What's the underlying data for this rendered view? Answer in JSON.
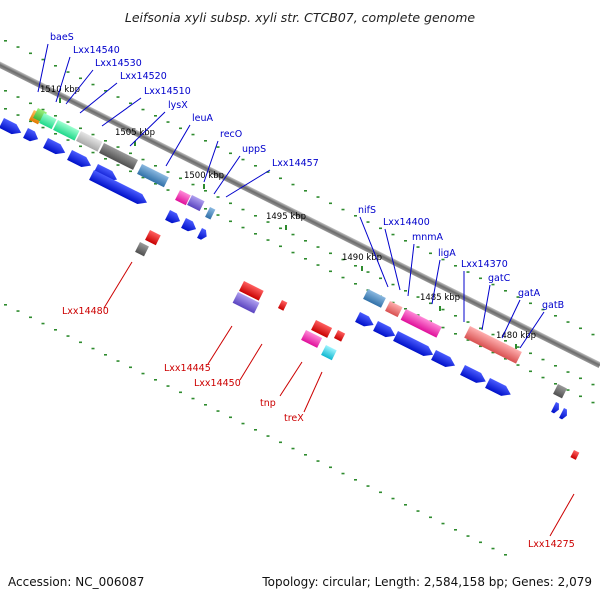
{
  "title": "Leifsonia xyli subsp. xyli str. CTCB07, complete genome",
  "footer": {
    "accession": "Accession: NC_006087",
    "summary": "Topology: circular; Length: 2,584,158 bp; Genes: 2,079"
  },
  "colors": {
    "forward_label": "#0000cc",
    "reverse_label": "#cc0000",
    "cds": "#0a1ee6",
    "rna": "#ff0000",
    "backbone": "#7a7a7a",
    "dots": "#2e8b2e"
  },
  "ticks": [
    {
      "label": "1510 kbp"
    },
    {
      "label": "1505 kbp"
    },
    {
      "label": "1500 kbp"
    },
    {
      "label": "1495 kbp"
    },
    {
      "label": "1490 kbp"
    },
    {
      "label": "1485 kbp"
    },
    {
      "label": "1480 kbp"
    }
  ],
  "forward_labels": [
    {
      "text": "baeS"
    },
    {
      "text": "Lxx14540"
    },
    {
      "text": "Lxx14530"
    },
    {
      "text": "Lxx14520"
    },
    {
      "text": "Lxx14510"
    },
    {
      "text": "lysX"
    },
    {
      "text": "leuA"
    },
    {
      "text": "recO"
    },
    {
      "text": "uppS"
    },
    {
      "text": "Lxx14457"
    },
    {
      "text": "nifS"
    },
    {
      "text": "Lxx14400"
    },
    {
      "text": "mnmA"
    },
    {
      "text": "ligA"
    },
    {
      "text": "Lxx14370"
    },
    {
      "text": "gatC"
    },
    {
      "text": "gatA"
    },
    {
      "text": "gatB"
    }
  ],
  "reverse_labels": [
    {
      "text": "Lxx14480"
    },
    {
      "text": "Lxx14445"
    },
    {
      "text": "Lxx14450"
    },
    {
      "text": "tnp"
    },
    {
      "text": "treX"
    },
    {
      "text": "Lxx14275"
    }
  ]
}
